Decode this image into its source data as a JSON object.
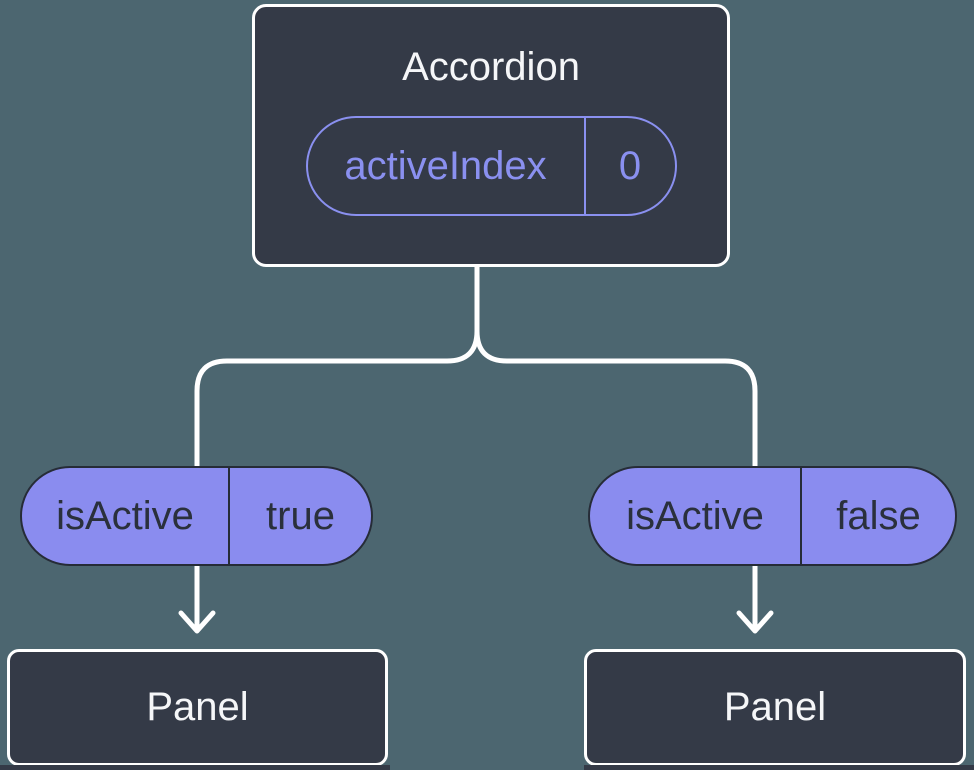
{
  "colors": {
    "background": "#4C6670",
    "node_fill": "#343A47",
    "node_border": "#FFFFFF",
    "connector": "#FFFFFF",
    "pill_fill": "#8A8CEF",
    "pill_outline": "#8A90F0",
    "dark_text": "#2A303C",
    "light_text": "#F5F6F8"
  },
  "diagram": {
    "root": {
      "title": "Accordion",
      "prop": {
        "name": "activeIndex",
        "value": "0"
      }
    },
    "branches": [
      {
        "prop": {
          "name": "isActive",
          "value": "true"
        },
        "child": {
          "title": "Panel"
        }
      },
      {
        "prop": {
          "name": "isActive",
          "value": "false"
        },
        "child": {
          "title": "Panel"
        }
      }
    ]
  }
}
